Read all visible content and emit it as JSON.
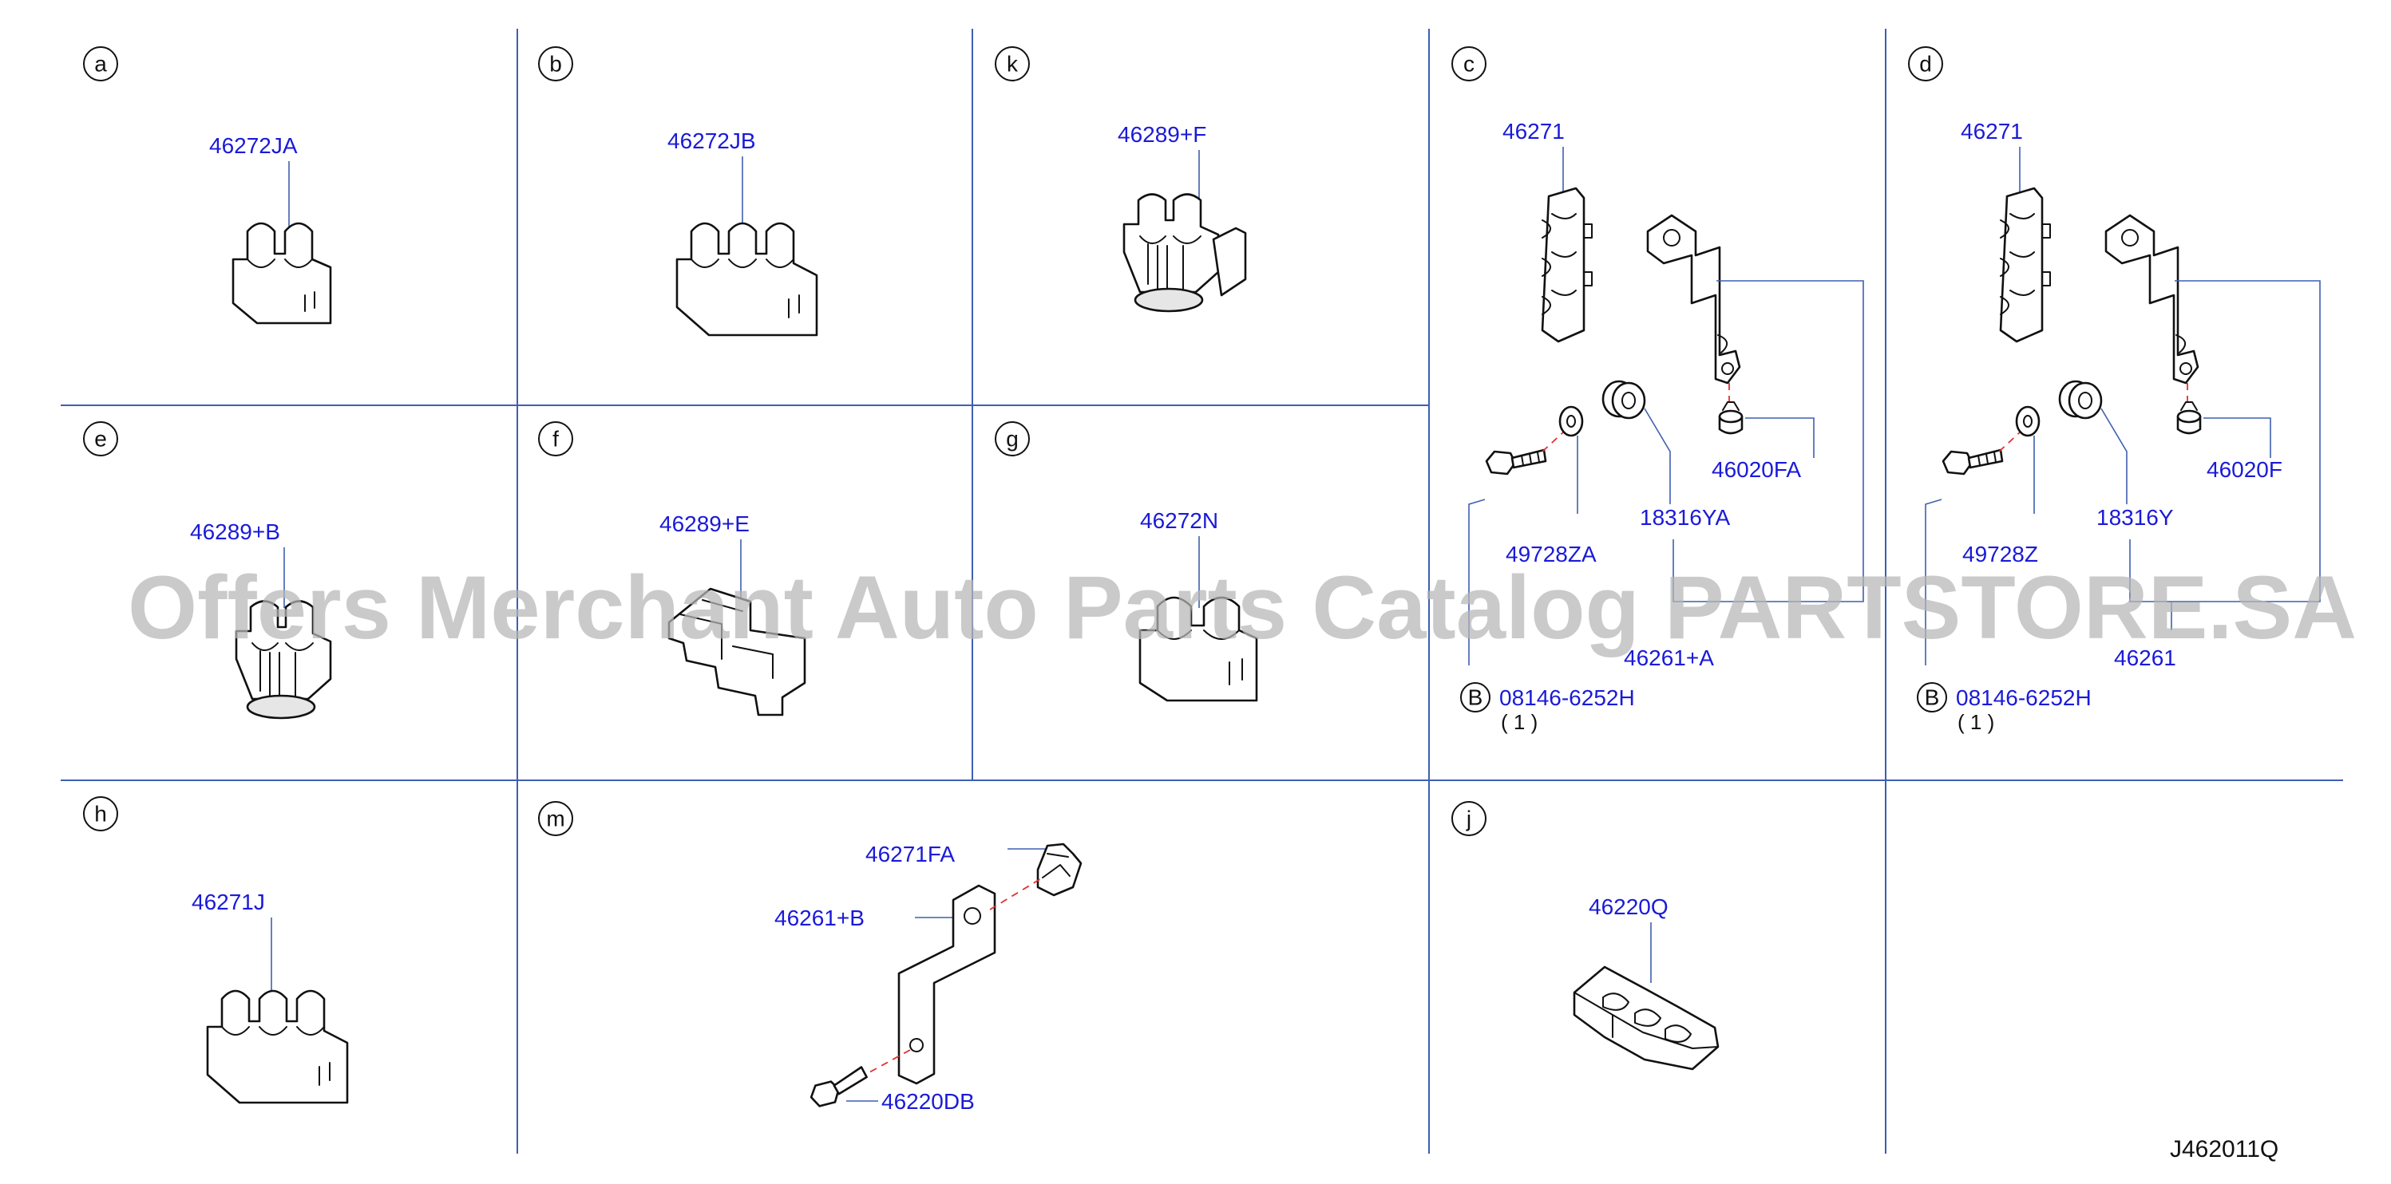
{
  "sections": {
    "a": {
      "label": "a",
      "parts": [
        "46272JA"
      ]
    },
    "b": {
      "label": "b",
      "parts": [
        "46272JB"
      ]
    },
    "k": {
      "label": "k",
      "parts": [
        "46289+F"
      ]
    },
    "c": {
      "label": "c",
      "parts": [
        "46271",
        "46020FA",
        "49728ZA",
        "18316YA",
        "46261+A"
      ],
      "bolt": {
        "symbol": "B",
        "part": "08146-6252H",
        "qty": "( 1 )"
      }
    },
    "d": {
      "label": "d",
      "parts": [
        "46271",
        "46020F",
        "49728Z",
        "18316Y",
        "46261"
      ],
      "bolt": {
        "symbol": "B",
        "part": "08146-6252H",
        "qty": "( 1 )"
      }
    },
    "e": {
      "label": "e",
      "parts": [
        "46289+B"
      ]
    },
    "f": {
      "label": "f",
      "parts": [
        "46289+E"
      ]
    },
    "g": {
      "label": "g",
      "parts": [
        "46272N"
      ]
    },
    "h": {
      "label": "h",
      "parts": [
        "46271J"
      ]
    },
    "m": {
      "label": "m",
      "parts": [
        "46271FA",
        "46261+B",
        "46220DB"
      ]
    },
    "j": {
      "label": "j",
      "parts": [
        "46220Q"
      ]
    }
  },
  "watermark": "Offers Merchant Auto Parts Catalog PARTSTORE.SA",
  "diagram_ref": "J462011Q",
  "colors": {
    "part_number": "#1a1ad9",
    "grid_line": "#3f5fb0",
    "dash_line": "#e03030",
    "watermark": "#b7b7b7"
  }
}
